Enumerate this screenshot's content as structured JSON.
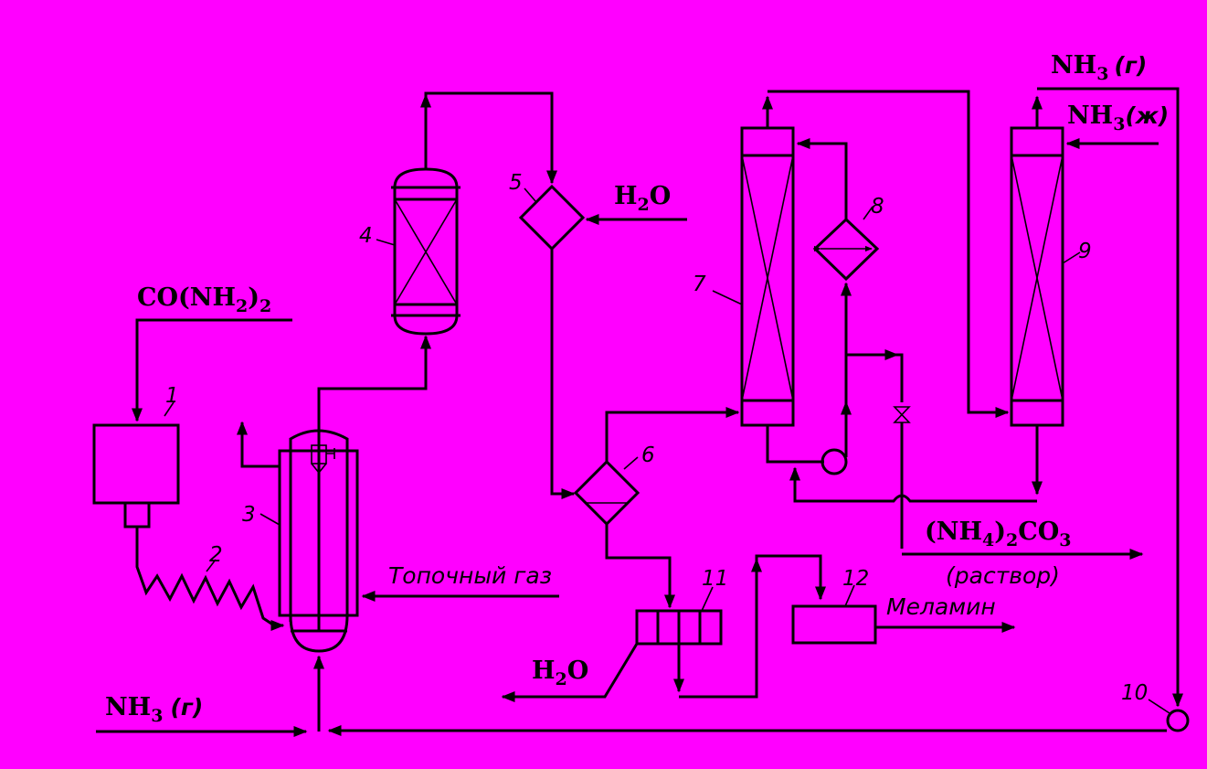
{
  "diagram": {
    "equipment_numbers": {
      "n1": "1",
      "n2": "2",
      "n3": "3",
      "n4": "4",
      "n5": "5",
      "n6": "6",
      "n7": "7",
      "n8": "8",
      "n9": "9",
      "n10": "10",
      "n11": "11",
      "n12": "12"
    },
    "streams": {
      "urea_feed": {
        "main": "CO(NH",
        "sub": "2",
        "tail": ")",
        "sub2": "2"
      },
      "nh3_gas_bottom": {
        "main": "NH",
        "sub": "3",
        "note": "(г)"
      },
      "nh3_gas_top": {
        "main": "NH",
        "sub": "3",
        "note": "(г)"
      },
      "nh3_liquid_top": {
        "main": "NH",
        "sub": "3",
        "note": "(ж)"
      },
      "water_5": {
        "a": "H",
        "sub": "2",
        "b": "O"
      },
      "water_11": {
        "a": "H",
        "sub": "2",
        "b": "O"
      },
      "fuel_gas": "Топочный газ",
      "ammonium_carbonate": {
        "open": "(NH",
        "sub": "4",
        "close": ")",
        "sub2": "2",
        "rest": "CO",
        "sub3": "3"
      },
      "solution_note": "(раствор)",
      "melamine": "Меламин"
    }
  }
}
